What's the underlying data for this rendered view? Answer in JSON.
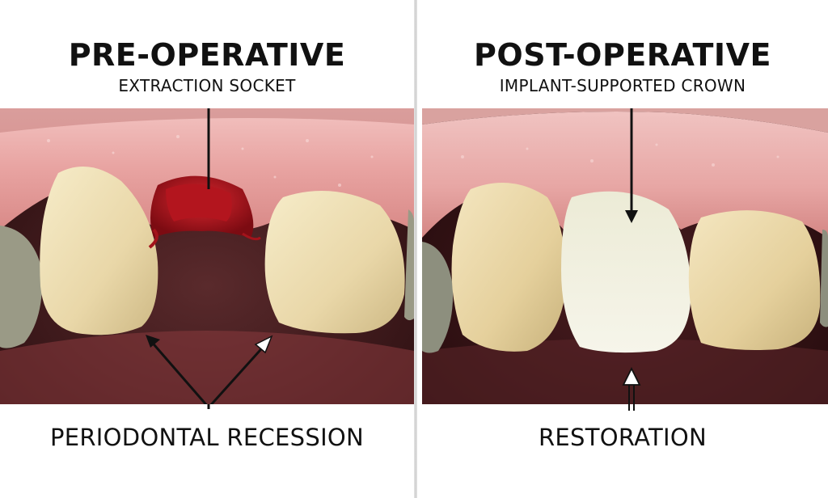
{
  "left": {
    "title": "PRE-OPERATIVE",
    "subtitle": "EXTRACTION SOCKET",
    "bottom_label": "PERIODONTAL RECESSION"
  },
  "right": {
    "title": "POST-OPERATIVE",
    "subtitle": "IMPLANT-SUPPORTED CROWN",
    "bottom_label": "RESTORATION"
  },
  "colors": {
    "gum": "#e9a3a3",
    "socket": "#a8141c",
    "tooth": "#efe2bc",
    "crown": "#f2efe0",
    "mouth_dark": "#3a1518"
  }
}
